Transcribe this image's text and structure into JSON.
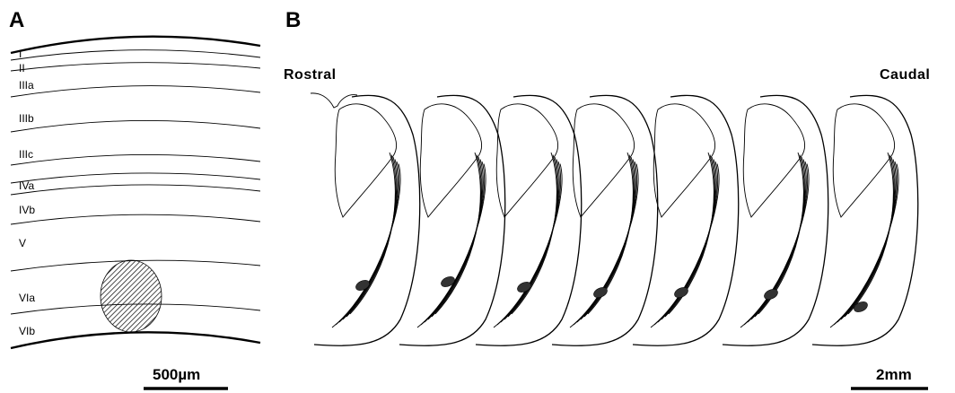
{
  "panel_a": {
    "letter": "A",
    "layers": [
      "I",
      "II",
      "IIIa",
      "IIIb",
      "IIIc",
      "IVa",
      "IVb",
      "V",
      "VIa",
      "VIb"
    ],
    "scale_bar_label": "500µm"
  },
  "panel_b": {
    "letter": "B",
    "rostral_label": "Rostral",
    "caudal_label": "Caudal",
    "section_count": 7,
    "scale_bar_label": "2mm"
  }
}
